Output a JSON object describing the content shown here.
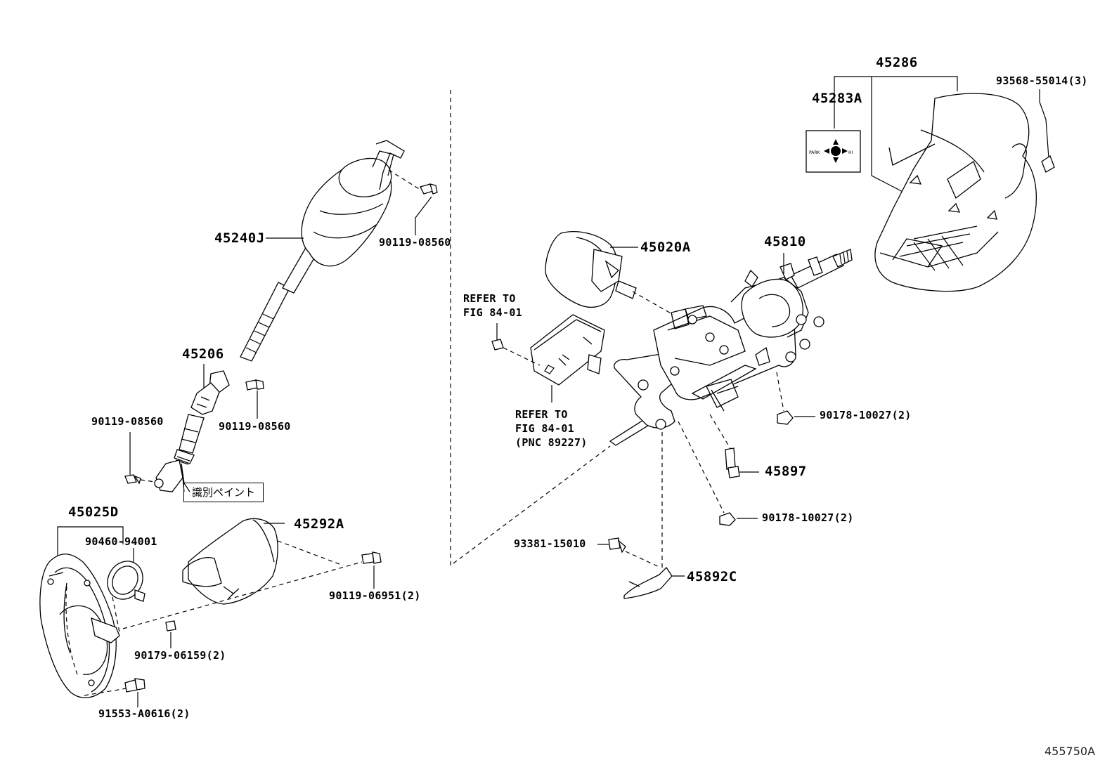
{
  "diagram_code": "455750A",
  "parts": {
    "p45286": "45286",
    "p45283A": "45283A",
    "p93568": "93568-55014(3)",
    "p45240J": "45240J",
    "p90119_top": "90119-08560",
    "p45020A": "45020A",
    "p45810": "45810",
    "p45206": "45206",
    "p90119_left": "90119-08560",
    "p90119_mid": "90119-08560",
    "p90178_a": "90178-10027(2)",
    "p45897": "45897",
    "p90178_b": "90178-10027(2)",
    "p45025D": "45025D",
    "p90460": "90460-94001",
    "p45292A": "45292A",
    "p90119_06951": "90119-06951(2)",
    "p90179": "90179-06159(2)",
    "p91553": "91553-A0616(2)",
    "p93381": "93381-15010",
    "p45892C": "45892C"
  },
  "refs": {
    "ref1_line1": "REFER TO",
    "ref1_line2": "FIG 84-01",
    "ref2_line1": "REFER TO",
    "ref2_line2": "FIG 84-01",
    "ref2_line3": "(PNC 89227)"
  },
  "paint_note": "識別ペイント",
  "icons": [
    "steering-column-cover",
    "tilt-switch-label",
    "intermediate-shaft",
    "universal-joint",
    "column-hole-cover",
    "steering-column-assembly",
    "lock-assembly",
    "computer-unit",
    "bolt",
    "nut",
    "clamp",
    "bracket"
  ]
}
